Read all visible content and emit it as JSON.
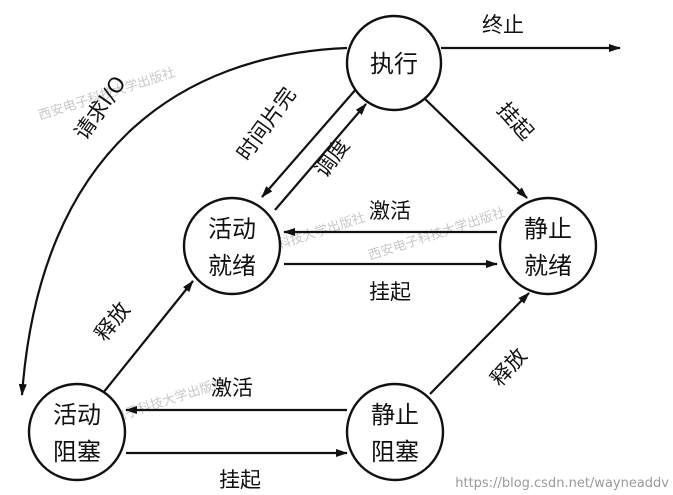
{
  "nodes": {
    "execute": [
      "执行"
    ],
    "active_ready": [
      "活动",
      "就绪"
    ],
    "static_ready": [
      "静止",
      "就绪"
    ],
    "active_blocked": [
      "活动",
      "阻塞"
    ],
    "static_blocked": [
      "静止",
      "阻塞"
    ]
  },
  "edges": {
    "terminate": "终止",
    "request_io": "请求I/O",
    "time_slice_done": "时间片完",
    "dispatch": "调度",
    "suspend_exec": "挂起",
    "activate_ready": "激活",
    "suspend_ready": "挂起",
    "release_active": "释放",
    "release_static": "释放",
    "activate_blocked": "激活",
    "suspend_blocked": "挂起"
  },
  "watermarks": [
    "西安电子科技大学出版社"
  ],
  "source_url": "https://blog.csdn.net/wayneaddv"
}
